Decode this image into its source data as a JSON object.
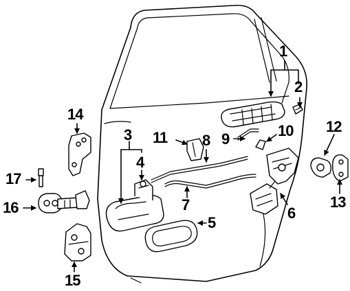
{
  "diagram": {
    "callouts": [
      {
        "id": "1",
        "text": "1"
      },
      {
        "id": "2",
        "text": "2"
      },
      {
        "id": "3",
        "text": "3"
      },
      {
        "id": "4",
        "text": "4"
      },
      {
        "id": "5",
        "text": "5"
      },
      {
        "id": "6",
        "text": "6"
      },
      {
        "id": "7",
        "text": "7"
      },
      {
        "id": "8",
        "text": "8"
      },
      {
        "id": "9",
        "text": "9"
      },
      {
        "id": "10",
        "text": "10"
      },
      {
        "id": "11",
        "text": "11"
      },
      {
        "id": "12",
        "text": "12"
      },
      {
        "id": "13",
        "text": "13"
      },
      {
        "id": "14",
        "text": "14"
      },
      {
        "id": "15",
        "text": "15"
      },
      {
        "id": "16",
        "text": "16"
      },
      {
        "id": "17",
        "text": "17"
      }
    ]
  }
}
